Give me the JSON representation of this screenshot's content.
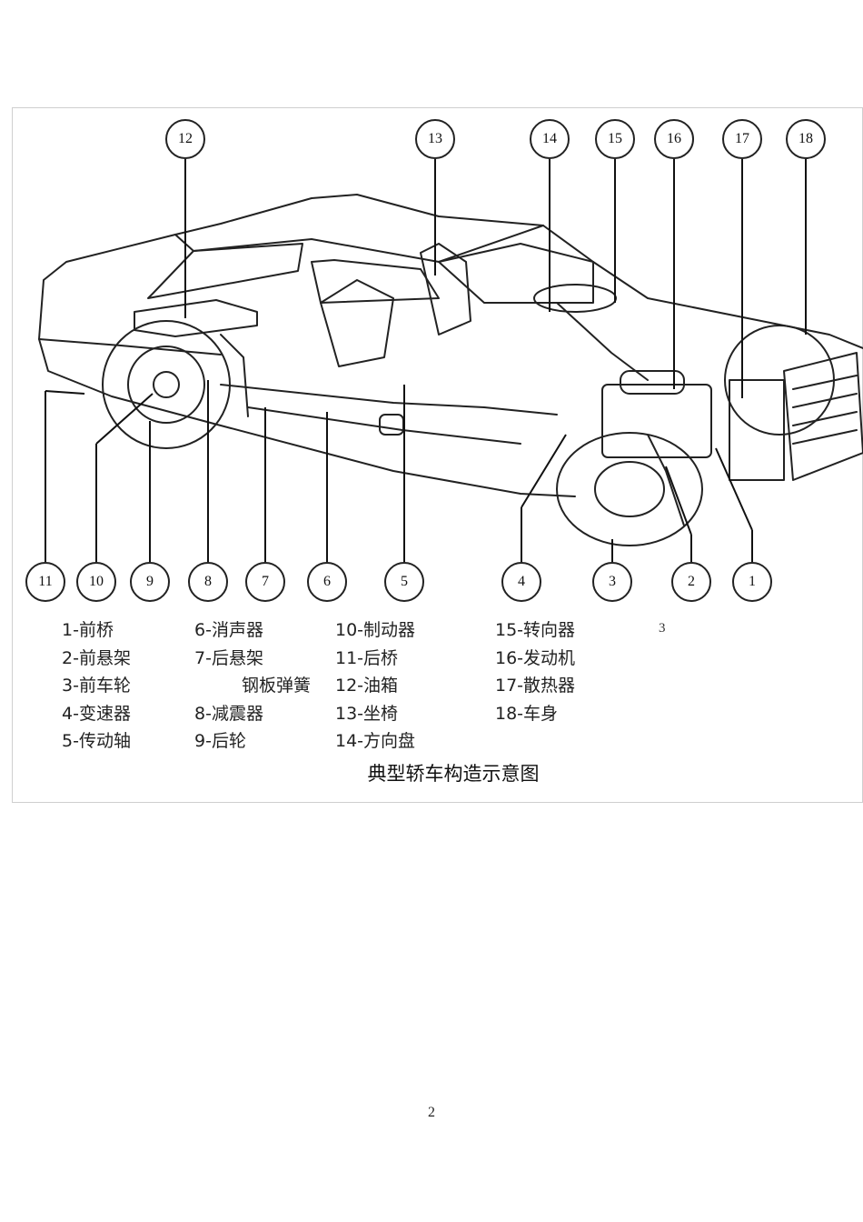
{
  "callouts": [
    "1",
    "2",
    "3",
    "4",
    "5",
    "6",
    "7",
    "8",
    "9",
    "10",
    "11",
    "12",
    "13",
    "14",
    "15",
    "16",
    "17",
    "18"
  ],
  "legend": {
    "col1": [
      "1-前桥",
      "2-前悬架",
      "3-前车轮",
      "4-变速器",
      "5-传动轴"
    ],
    "col2": [
      "6-消声器",
      "7-后悬架",
      "钢板弹簧",
      "8-减震器",
      "9-后轮"
    ],
    "col3": [
      "10-制动器",
      "11-后桥",
      "12-油箱",
      "13-坐椅",
      "14-方向盘"
    ],
    "col4": [
      "15-转向器",
      "16-发动机",
      "17-散热器",
      "18-车身"
    ]
  },
  "stray_mark": "3",
  "caption": "典型轿车构造示意图",
  "page_number": "2"
}
